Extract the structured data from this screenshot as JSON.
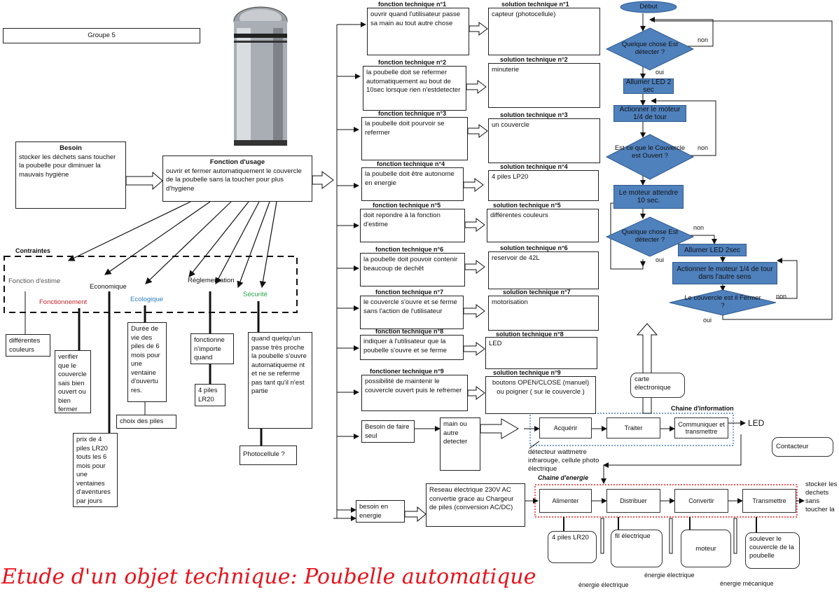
{
  "title": "Etude d'un objet technique: Poubelle automatique",
  "group": "Groupe 5",
  "besoin": {
    "heading": "Besoin",
    "text": "stocker les déchets sans toucher la poubelle pour diminuer la mauvais hygiène"
  },
  "fonction_usage": {
    "heading": "Fonction d'usage",
    "text": "ouvrir et fermer automatiquement le couvercle de la poubelle sans la toucher pour plus d'hygiene"
  },
  "contraintes": {
    "heading": "Contraintes",
    "labels": {
      "estime": "Fonction d'estime",
      "fonctionnement": "Fonctionnement",
      "economique": "Economique",
      "ecologique": "Ecologique",
      "reglementation": "Réglementation",
      "securite": "Sécurité"
    },
    "details": {
      "estime": "différentes couleurs",
      "fonctionnement": "verifier que le couvercle sais bien ouvert ou bien fermer",
      "economique": "prix de 4 piles LR20 touts les 6 mois pour une ventaines d'aventures par jours",
      "ecologique": "Durée de vie des piles de 6 mois pour une ventaine d'ouvertu res.",
      "ecologique_choice": "choix des piles",
      "reglementation": "fonctionne n'importe quand",
      "reglementation_piles": "4 piles LR20",
      "securite": "quand quelqu'un passe très proche la poubelle s'ouvre automatiqueme nt et ne se referme pas tant qu'il n'est partie",
      "securite_sensor": "Photocellule ?"
    }
  },
  "fonctions": [
    {
      "heading": "fonction technique n°1",
      "text": "ouvrir quand l'utilisateur passe sa main au tout autre chose",
      "sol_heading": "solution technique n°1",
      "solution": "capteur (photocellule)"
    },
    {
      "heading": "fonction technique n°2",
      "text": "la poubelle doit se refermer automatiquement au bout de 10sec lorsque rien n'estdetecter",
      "sol_heading": "solution technique n°2",
      "solution": "minuterie"
    },
    {
      "heading": "fonction technique n°3",
      "text": "la poubelle doit pourvoir se refermer",
      "sol_heading": "solution technique n°3",
      "solution": "un couvercle"
    },
    {
      "heading": "fonction technique n°4",
      "text": "la poubelle doit être autonome en energie",
      "sol_heading": "solution technique n°4",
      "solution": "4 piles LP20"
    },
    {
      "heading": "fonction technique n°5",
      "text": "doit repondre à la fonction d'estime",
      "sol_heading": "solution technique n°5",
      "solution": "différentes couleurs"
    },
    {
      "heading": "fonction technique n°6",
      "text": "la poubelle doit pouvoir contenir beaucoup de dechêt",
      "sol_heading": "solution technique n°6",
      "solution": "reservoir de 42L"
    },
    {
      "heading": "fonction technique n°7",
      "text": "le couvercle s'ouvre et se ferme sans l'action de l'utilisateur",
      "sol_heading": "solution technique n°7",
      "solution": "motorisation"
    },
    {
      "heading": "fonction technique n°8",
      "text": "indiquer à l'utilisateur que la poubelle s'ouvre et se ferme",
      "sol_heading": "solution technique n°8",
      "solution": "LED"
    },
    {
      "heading": "fonctioner technique n°9",
      "text": "possibilité de maintenir le couvercle ouvert puis le refremer",
      "sol_heading": "solution technique n°9",
      "solution": "boutons OPEN/CLOSE (manuel) ou poigner ( sur le couvercle )"
    }
  ],
  "besoin_seul": {
    "text": "Besoin de faire seul",
    "detect": "main ou autre detecter"
  },
  "besoin_energie": {
    "text": "besoin en energie",
    "reseau": "Reseau électrique 230V AC convertie grace au Chargeur de piles (conversion AC/DC)"
  },
  "chaine_info": {
    "heading": "Chaine d'information",
    "blocks": [
      "Acquérir",
      "Traiter",
      "Communiquer et transmettre"
    ],
    "led": "LED",
    "sensors": "détecteur wattmetre infrarouge, cellule photo électrique",
    "carte": "carte électronique",
    "contacteur": "Contacteur"
  },
  "chaine_energie": {
    "heading": "Chaine d'energie",
    "blocks": [
      "Alimenter",
      "Distribuer",
      "Convertir",
      "Transmettre"
    ],
    "output": "stocker les dechets sans toucher la",
    "components": [
      "4 piles LR20",
      "fil électrique",
      "moteur",
      "soulever le couvercle de la poubelle"
    ],
    "energies": [
      "énergie électrique",
      "énergie électrique",
      "énergie mécanique"
    ]
  },
  "flowchart": {
    "start": "Début",
    "q1": "Quelque chose Est détecter ?",
    "a1": "Allumer LED 2 sec",
    "a2": "Actionner le moteur 1/4 de tour",
    "q2": "Est ce que le Couvercle est Ouvert ?",
    "a3": "Le moteur attendre 10 sec.",
    "q3": "Quelque chose Est détecter ?",
    "a4": "Allumer LED 2sec",
    "a5": "Actionner le moteur 1/4 de tour dans l'autre sens",
    "q4": "Le couvercle est il Fermer ?",
    "oui": "oui",
    "non": "non"
  }
}
